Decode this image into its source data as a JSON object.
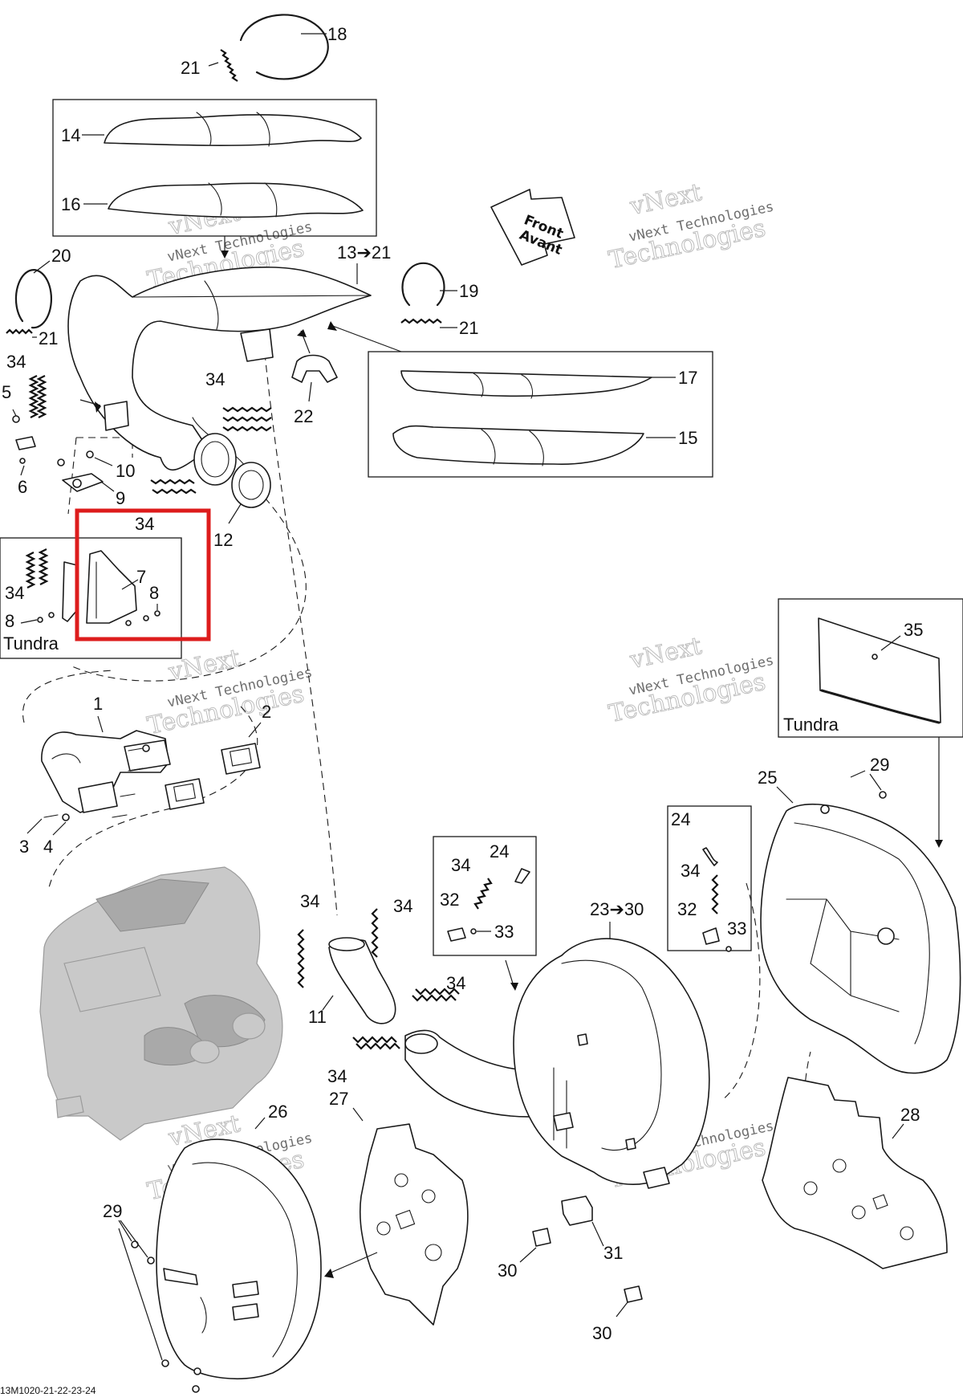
{
  "diagram": {
    "reference_code": "13M1020-21-22-23-24",
    "direction_label_line1": "Front",
    "direction_label_line2": "Avant",
    "watermark": {
      "line1": "vNext",
      "line2": "vNext Technologies",
      "line3": "Technologies"
    },
    "variant_label": "Tundra",
    "highlight_color": "#dd1c1c",
    "callouts": {
      "c1": "1",
      "c2": "2",
      "c3": "3",
      "c4": "4",
      "c5": "5",
      "c6": "6",
      "c7": "7",
      "c8": "8",
      "c9": "9",
      "c10": "10",
      "c11": "11",
      "c12": "12",
      "c13": "13➔21",
      "c14": "14",
      "c15": "15",
      "c16": "16",
      "c17": "17",
      "c18": "18",
      "c19": "19",
      "c20": "20",
      "c21": "21",
      "c22": "22",
      "c23": "23➔30",
      "c24": "24",
      "c25": "25",
      "c26": "26",
      "c27": "27",
      "c28": "28",
      "c29": "29",
      "c30": "30",
      "c31": "31",
      "c32": "32",
      "c33": "33",
      "c34": "34",
      "c35": "35"
    }
  }
}
